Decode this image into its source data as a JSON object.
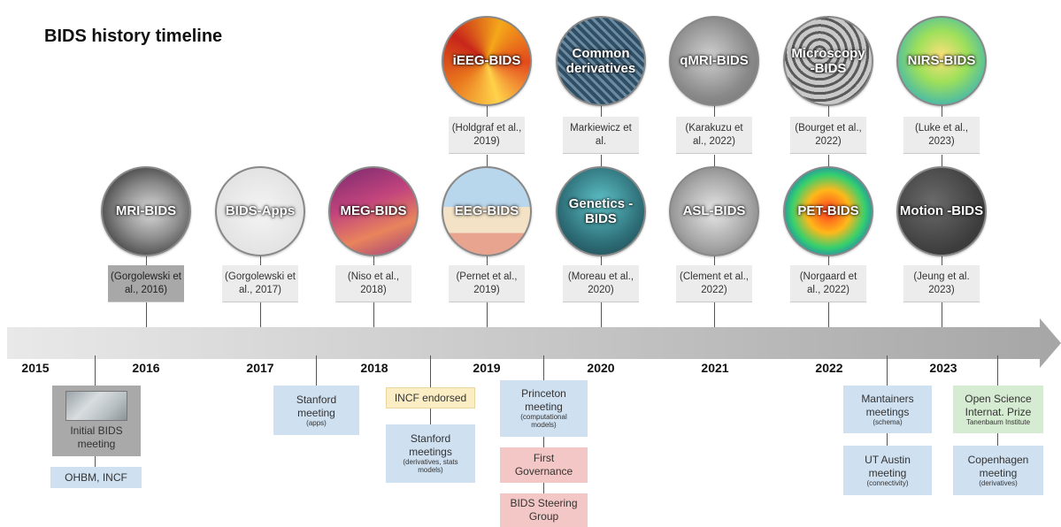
{
  "title": "BIDS history timeline",
  "years": [
    "2015",
    "2016",
    "2017",
    "2018",
    "2019",
    "2020",
    "2021",
    "2022",
    "2023"
  ],
  "specs_upper": [
    {
      "label": "iEEG-BIDS",
      "ref": "(Holdgraf et al., 2019)"
    },
    {
      "label": "Common derivatives",
      "ref": "Markiewicz et al."
    },
    {
      "label": "qMRI-BIDS",
      "ref": "(Karakuzu et al., 2022)"
    },
    {
      "label": "Microscopy -BIDS",
      "ref": "(Bourget et al., 2022)"
    },
    {
      "label": "NIRS-BIDS",
      "ref": "(Luke et al., 2023)"
    }
  ],
  "specs_lower": [
    {
      "label": "MRI-BIDS",
      "ref": "(Gorgolewski et al., 2016)"
    },
    {
      "label": "BIDS-Apps",
      "ref": "(Gorgolewski et al., 2017)"
    },
    {
      "label": "MEG-BIDS",
      "ref": "(Niso et al., 2018)"
    },
    {
      "label": "EEG-BIDS",
      "ref": "(Pernet et al., 2019)"
    },
    {
      "label": "Genetics -BIDS",
      "ref": "(Moreau et al., 2020)"
    },
    {
      "label": "ASL-BIDS",
      "ref": "(Clement et al., 2022)"
    },
    {
      "label": "PET-BIDS",
      "ref": "(Norgaard et al., 2022)"
    },
    {
      "label": "Motion -BIDS",
      "ref": "(Jeung et al. 2023)"
    }
  ],
  "events": {
    "initial": "Initial BIDS meeting",
    "ohbm": "OHBM, INCF",
    "stanford_apps": "Stanford meeting",
    "stanford_apps_sub": "(apps)",
    "incf": "INCF endorsed",
    "stanford_deriv": "Stanford meetings",
    "stanford_deriv_sub": "(derivatives, stats models)",
    "princeton": "Princeton meeting",
    "princeton_sub": "(computational models)",
    "governance": "First Governance",
    "steering": "BIDS Steering Group",
    "maintainers": "Mantainers meetings",
    "maintainers_sub": "(schema)",
    "utaustin": "UT Austin meeting",
    "utaustin_sub": "(connectivity)",
    "prize": "Open Science Internat. Prize",
    "prize_sub": "Tanenbaum Institute",
    "copenhagen": "Copenhagen meeting",
    "copenhagen_sub": "(derivatives)"
  }
}
